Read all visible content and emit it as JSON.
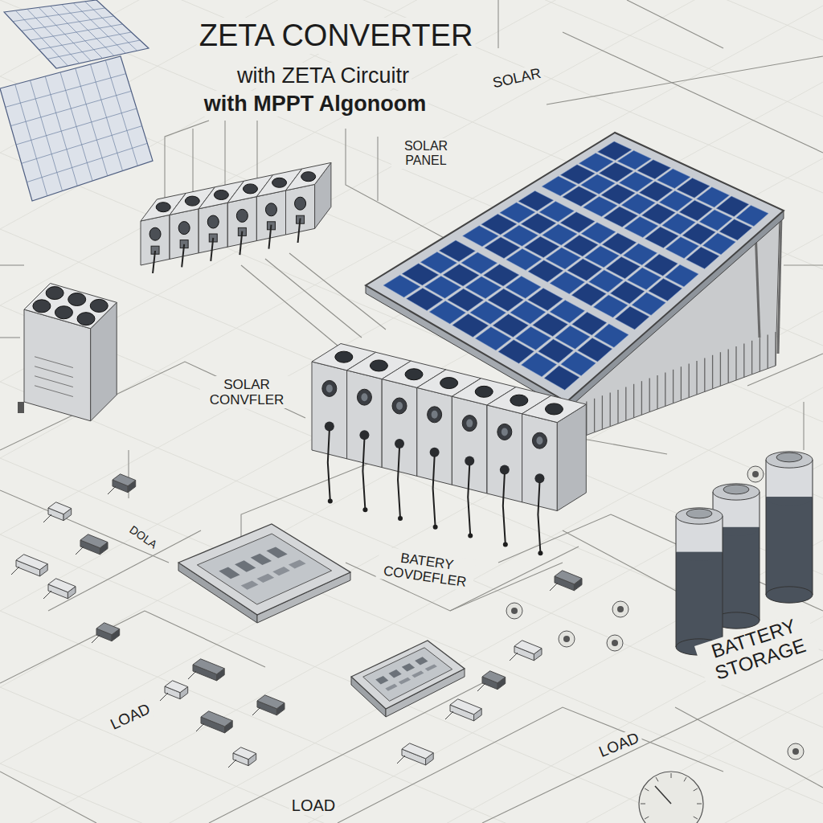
{
  "diagram": {
    "title": "ZETA CONVERTER",
    "labels": [
      "with ZETA Circuitr",
      "with MPPT Algonoom",
      "SOLAR",
      "SOLAR PANEL",
      "SOLAR CONVFLER",
      "BATERY COVDEFLER",
      "BATTERY STORAGE",
      "DOLA",
      "LOAD",
      "LOAD",
      "LOAD"
    ]
  }
}
